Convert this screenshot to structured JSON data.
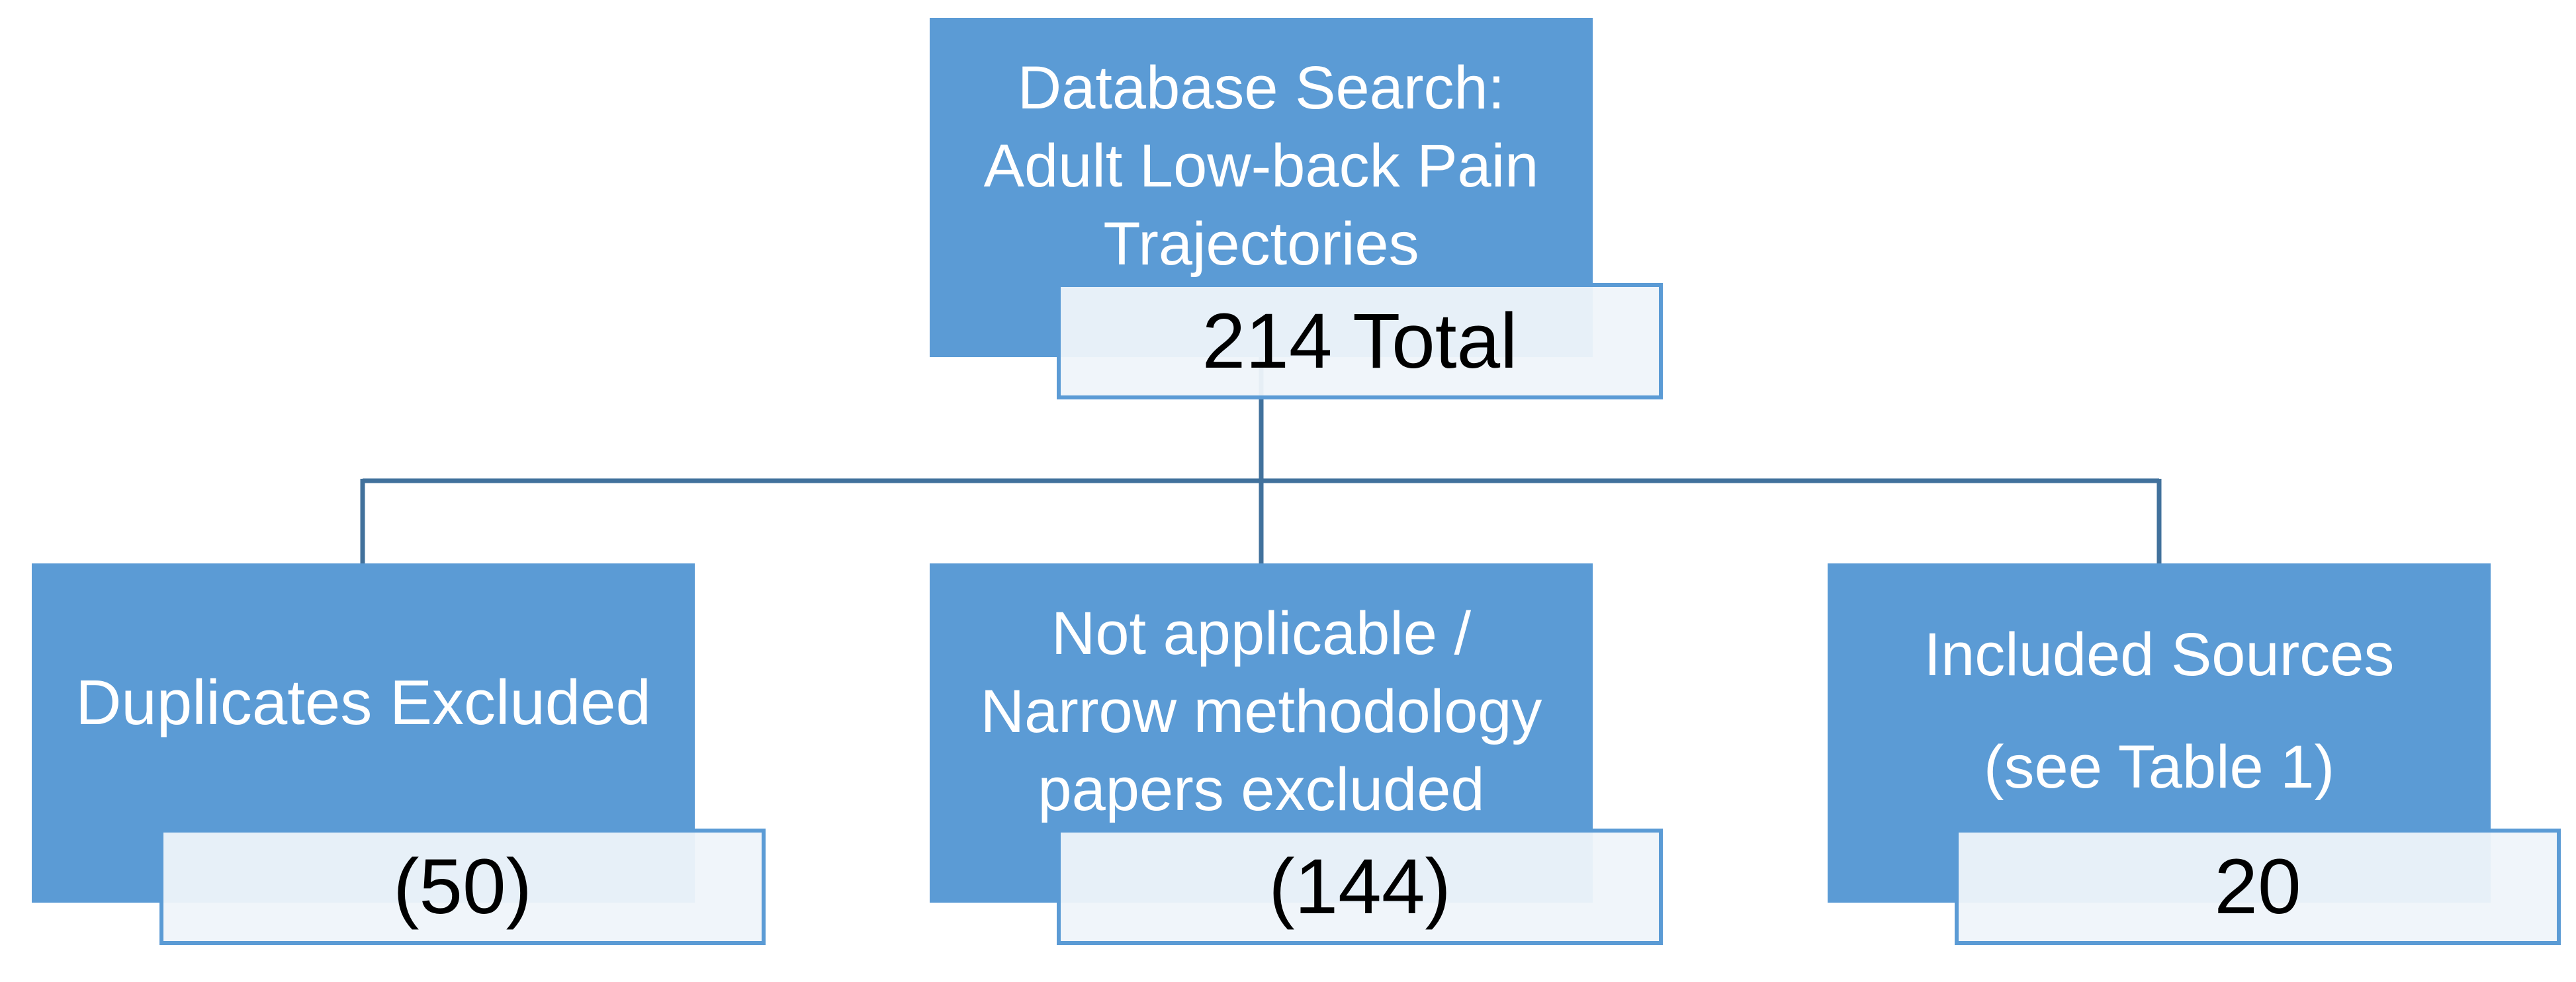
{
  "colors": {
    "box_fill": "#5b9bd5",
    "box_text": "#ffffff",
    "count_fill": "#eff4fa",
    "count_text": "#000000",
    "connector": "#41719c"
  },
  "top_node": {
    "lines": [
      "Database Search:",
      "Adult Low-back Pain",
      "Trajectories"
    ],
    "count": "214 Total"
  },
  "children": [
    {
      "lines": [
        "Duplicates Excluded"
      ],
      "count": "(50)"
    },
    {
      "lines": [
        "Not applicable /",
        "Narrow methodology",
        "papers excluded"
      ],
      "count": "(144)"
    },
    {
      "lines": [
        "Included Sources",
        "(see Table 1)"
      ],
      "count": "20"
    }
  ]
}
